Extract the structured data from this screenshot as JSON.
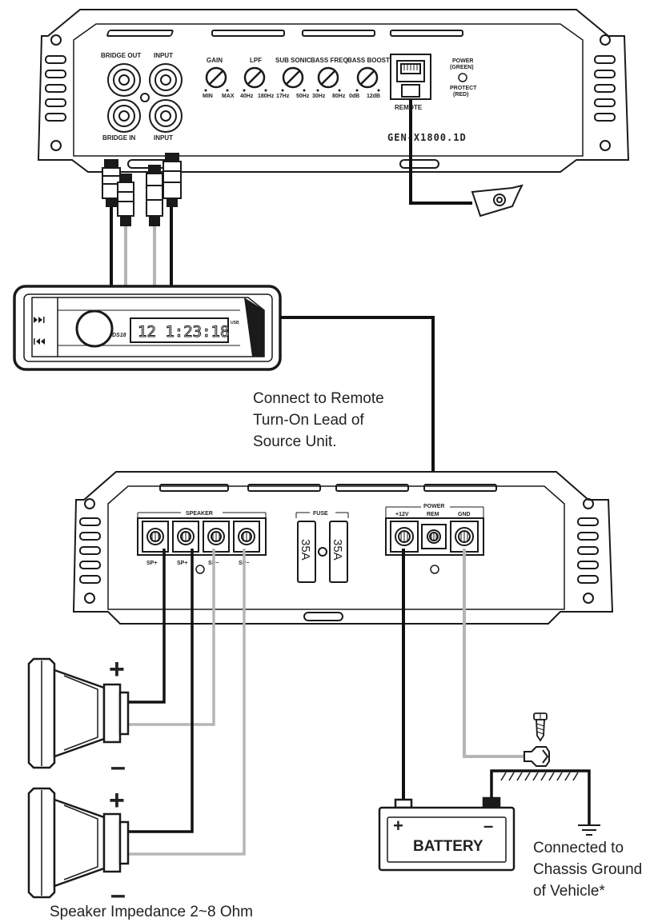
{
  "top_amp": {
    "inputs": {
      "bridge_out": "BRIDGE OUT",
      "input_top": "INPUT",
      "bridge_in": "BRIDGE IN",
      "input_bottom": "INPUT"
    },
    "knobs": [
      {
        "title": "GAIN",
        "min": "MIN",
        "max": "MAX"
      },
      {
        "title": "LPF",
        "min": "40Hz",
        "max": "180Hz"
      },
      {
        "title": "SUB SONIC",
        "min": "17Hz",
        "max": "50Hz"
      },
      {
        "title": "BASS FREQ",
        "min": "30Hz",
        "max": "80Hz"
      },
      {
        "title": "BASS BOOST",
        "min": "0dB",
        "max": "12dB"
      }
    ],
    "remote_label": "REMOTE",
    "power_led": "POWER",
    "power_led_sub": "(GREEN)",
    "protect_led": "PROTECT",
    "protect_led_sub": "(RED)",
    "model": "GEN-X1800.1D"
  },
  "head_unit": {
    "display": "12 1:23:18",
    "brand": "DS18",
    "usb": "USB",
    "next_icon": "fast-forward-icon",
    "prev_icon": "rewind-icon"
  },
  "remote_note": [
    "Connect to Remote",
    "Turn-On Lead of",
    "Source Unit."
  ],
  "bottom_amp": {
    "speaker_label": "SPEAKER",
    "speaker_terminals": [
      "SP+",
      "SP+",
      "SP−",
      "SP−"
    ],
    "fuse_label": "FUSE",
    "fuses": [
      "35A",
      "35A"
    ],
    "power_label": "POWER",
    "power_terminals": [
      "+12V",
      "REM",
      "GND"
    ]
  },
  "speakers": {
    "plus": "+",
    "minus": "–"
  },
  "battery": {
    "label": "BATTERY",
    "plus": "+",
    "minus": "–"
  },
  "ground_note": [
    "Connected to",
    "Chassis Ground",
    "of Vehicle*"
  ],
  "impedance_note": "Speaker Impedance 2~8 Ohm",
  "colors": {
    "wire_black": "#111111",
    "wire_gray": "#b5b5b5",
    "line": "#1a1a1a"
  }
}
